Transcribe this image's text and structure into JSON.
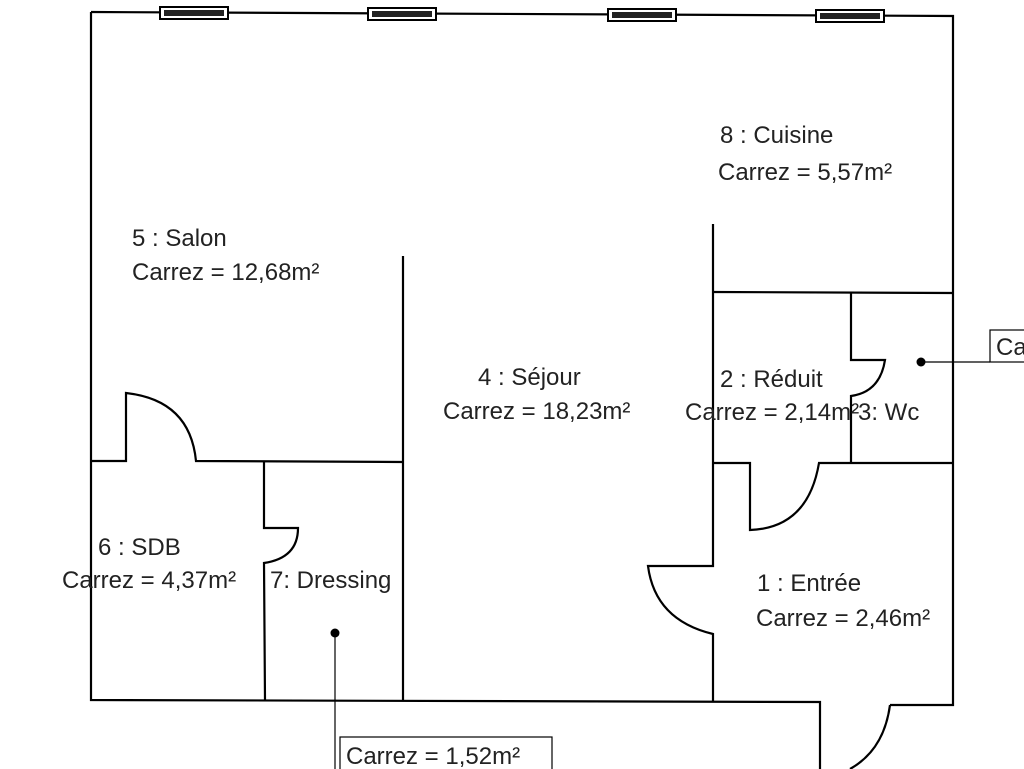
{
  "rooms": [
    {
      "id": "cuisine",
      "name": "8 : Cuisine",
      "carrez": "Carrez = 5,57m²"
    },
    {
      "id": "salon",
      "name": "5 : Salon",
      "carrez": "Carrez = 12,68m²"
    },
    {
      "id": "sejour",
      "name": "4 : Séjour",
      "carrez": "Carrez = 18,23m²"
    },
    {
      "id": "reduit",
      "name": "2 : Réduit",
      "carrez": "Carrez = 2,14m²"
    },
    {
      "id": "wc",
      "name": "3: Wc",
      "carrez": "Ca"
    },
    {
      "id": "sdb",
      "name": "6 : SDB",
      "carrez": "Carrez = 4,37m²"
    },
    {
      "id": "dressing",
      "name": "7: Dressing",
      "carrez": "Carrez = 1,52m²"
    },
    {
      "id": "entree",
      "name": "1 : Entrée",
      "carrez": "Carrez = 2,46m²"
    }
  ],
  "colors": {
    "line": "#000000",
    "text": "#222222",
    "background": "#ffffff"
  }
}
